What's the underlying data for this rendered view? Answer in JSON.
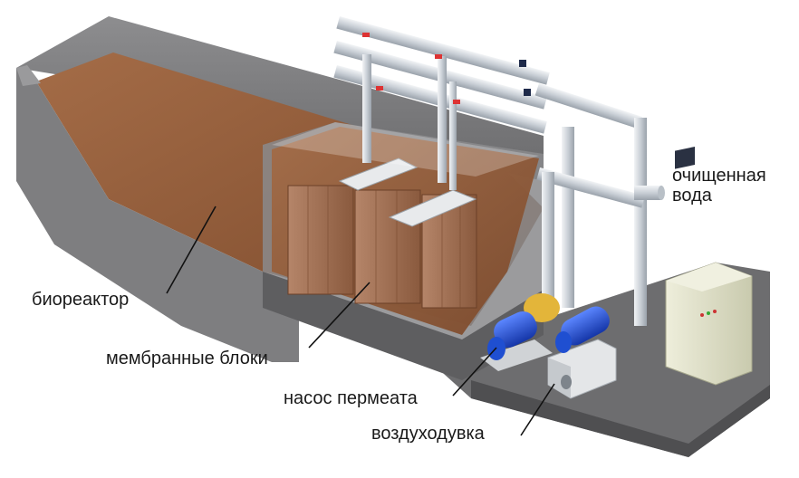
{
  "labels": {
    "clean_water_line1": "очищенная",
    "clean_water_line2": "вода",
    "bioreactor": "биореактор",
    "membrane_blocks": "мембранные блоки",
    "permeate_pump": "насос пермеата",
    "blower": "воздуходувка"
  },
  "colors": {
    "sludge": "#8a5535",
    "sludge_light": "#a7714d",
    "concrete": "#7b7b7d",
    "concrete_dark": "#5f5f61",
    "pipe": "#d6dbe0",
    "pump_blue": "#1f4fd1",
    "pump_yellow": "#e3b53a",
    "panel": "#e3e4cf"
  }
}
